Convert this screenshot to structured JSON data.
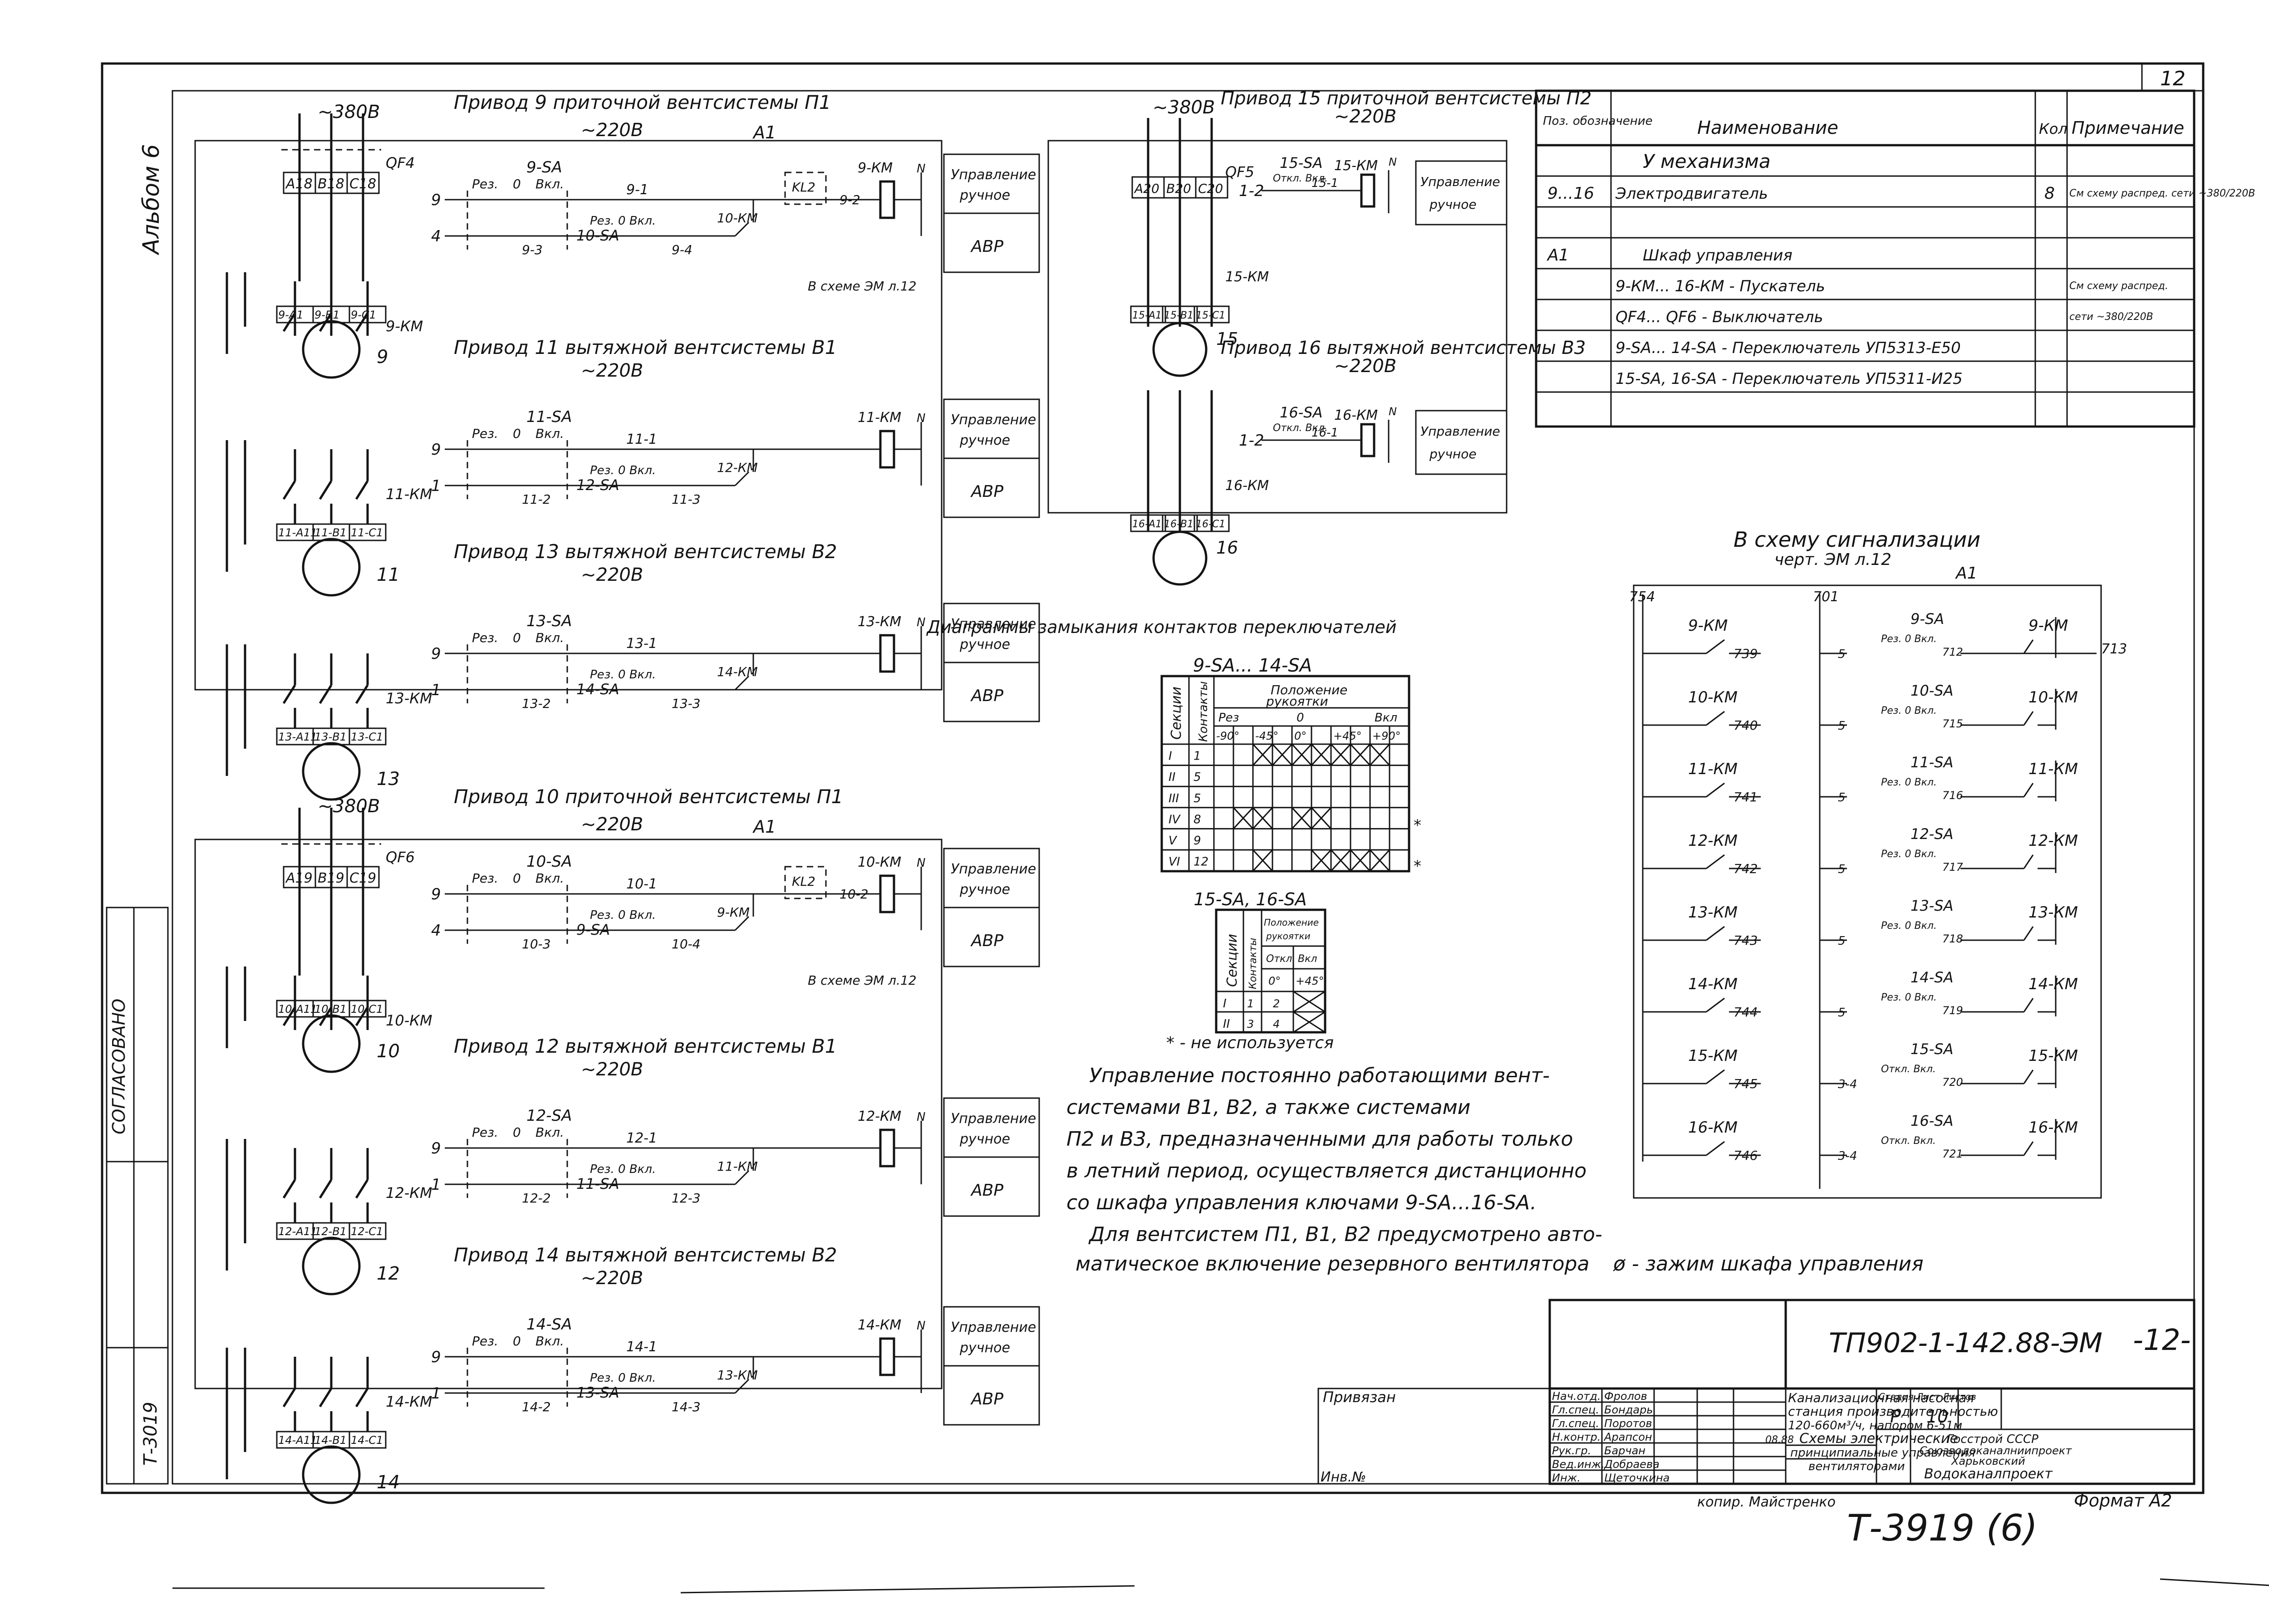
{
  "sheet": {
    "number": "12",
    "album": "Альбом 6",
    "drawing_code": "ТП902-1-142.88-ЭМ",
    "drawing_sheet": "-12-",
    "archive_number": "Т-3919 (6)",
    "format_label": "Формат А2",
    "copied_by": "копир. Майстренко",
    "side_stamp_1": "СОГЛАСОВАНО",
    "side_stamp_2": "Т-3019"
  },
  "drives": [
    {
      "title": "Привод 9 приточной вентсистемы П1",
      "voltage_main": "~380В",
      "voltage": "~220В",
      "panel": "А1",
      "breaker": "QF4",
      "motor": "9",
      "switch": "9-SA",
      "alt_switch": "10-SA",
      "contactor": "9-КМ",
      "alt_contactor": "10-КМ",
      "terms": [
        "А18",
        "В18",
        "С18"
      ],
      "motor_terms": [
        "9-А1",
        "9-В1",
        "9-С1"
      ],
      "wire_a": "9-1",
      "wire_b": "9-2",
      "wire_c": "9-3",
      "wire_d": "9-4",
      "relay": "KL2",
      "ref": "В схеме ЭМ л.12",
      "mode_manual": "Управление ручное",
      "mode_auto": "АВР"
    },
    {
      "title": "Привод 11 вытяжной вентсистемы В1",
      "voltage": "~220В",
      "motor": "11",
      "switch": "11-SA",
      "alt_switch": "12-SA",
      "contactor": "11-КМ",
      "alt_contactor": "12-КМ",
      "motor_terms": [
        "11-А11",
        "11-В1",
        "11-С1"
      ],
      "wire_a": "11-1",
      "wire_c": "11-2",
      "wire_d": "11-3",
      "mode_manual": "Управление ручное",
      "mode_auto": "АВР"
    },
    {
      "title": "Привод 13 вытяжной вентсистемы В2",
      "voltage": "~220В",
      "motor": "13",
      "switch": "13-SA",
      "alt_switch": "14-SA",
      "contactor": "13-КМ",
      "alt_contactor": "14-КМ",
      "motor_terms": [
        "13-А11",
        "13-В1",
        "13-С1"
      ],
      "wire_a": "13-1",
      "wire_c": "13-2",
      "wire_d": "13-3",
      "mode_manual": "Управление ручное",
      "mode_auto": "АВР"
    },
    {
      "title": "Привод 10 приточной вентсистемы П1",
      "voltage_main": "~380В",
      "voltage": "~220В",
      "panel": "А1",
      "breaker": "QF6",
      "motor": "10",
      "switch": "10-SA",
      "alt_switch": "9-SA",
      "contactor": "10-КМ",
      "alt_contactor": "9-КМ",
      "terms": [
        "А19",
        "В19",
        "С19"
      ],
      "motor_terms": [
        "10-А11",
        "10-В1",
        "10-С1"
      ],
      "wire_a": "10-1",
      "wire_b": "10-2",
      "wire_c": "10-3",
      "wire_d": "10-4",
      "relay": "KL2",
      "ref": "В схеме ЭМ л.12",
      "mode_manual": "Управление ручное",
      "mode_auto": "АВР"
    },
    {
      "title": "Привод 12 вытяжной вентсистемы В1",
      "voltage": "~220В",
      "motor": "12",
      "switch": "12-SA",
      "alt_switch": "11-SA",
      "contactor": "12-КМ",
      "alt_contactor": "11-КМ",
      "motor_terms": [
        "12-А11",
        "12-В1",
        "12-С1"
      ],
      "wire_a": "12-1",
      "wire_c": "12-2",
      "wire_d": "12-3",
      "mode_manual": "Управление ручное",
      "mode_auto": "АВР"
    },
    {
      "title": "Привод 14 вытяжной вентсистемы В2",
      "voltage": "~220В",
      "motor": "14",
      "switch": "14-SA",
      "alt_switch": "13-SA",
      "contactor": "14-КМ",
      "alt_contactor": "13-КМ",
      "motor_terms": [
        "14-А11",
        "14-В1",
        "14-С1"
      ],
      "wire_a": "14-1",
      "wire_c": "14-2",
      "wire_d": "14-3",
      "mode_manual": "Управление ручное",
      "mode_auto": "АВР"
    }
  ],
  "drives_right": [
    {
      "title": "Привод 15 приточной вентсистемы П2",
      "voltage_main": "~380В",
      "voltage": "~220В",
      "breaker": "QF5",
      "motor": "15",
      "switch": "15-SA",
      "contactor": "15-КМ",
      "terms": [
        "А20",
        "В20",
        "С20"
      ],
      "motor_terms": [
        "15-А1",
        "15-В1",
        "15-С1"
      ],
      "wire": "15-1",
      "mode_manual": "Управление ручное"
    },
    {
      "title": "Привод 16 вытяжной вентсистемы В3",
      "voltage": "~220В",
      "motor": "16",
      "switch": "16-SA",
      "contactor": "16-КМ",
      "motor_terms": [
        "16-А1",
        "16-В1",
        "16-С1"
      ],
      "wire": "16-1",
      "mode_manual": "Управление ручное"
    }
  ],
  "switch_labels": {
    "res": "Рез.",
    "zero": "0",
    "vkl": "Вкл.",
    "otkl_vkl": "Откл. Вкл.",
    "n": "N",
    "node9": "9",
    "node1": "1",
    "node12": "1-2",
    "node4": "4"
  },
  "spec_table": {
    "headers": [
      "Поз. обозначение",
      "Наименование",
      "Кол",
      "Примечание"
    ],
    "rows": [
      {
        "pos": "",
        "name": "У механизма",
        "qty": "",
        "note": ""
      },
      {
        "pos": "9...16",
        "name": "Электродвигатель",
        "qty": "8",
        "note": "См схему распред. сети ~380/220В"
      },
      {
        "pos": "",
        "name": "",
        "qty": "",
        "note": ""
      },
      {
        "pos": "А1",
        "name": "Шкаф управления",
        "qty": "",
        "note": ""
      },
      {
        "pos": "",
        "name": "9-КМ... 16-КМ - Пускатель",
        "qty": "",
        "note": "См схему распред."
      },
      {
        "pos": "",
        "name": "QF4... QF6 - Выключатель",
        "qty": "",
        "note": "сети ~380/220В"
      },
      {
        "pos": "",
        "name": "9-SA... 14-SA - Переключатель УП5313-Е50",
        "qty": "",
        "note": ""
      },
      {
        "pos": "",
        "name": "15-SA, 16-SA - Переключатель УП5311-И25",
        "qty": "",
        "note": ""
      }
    ]
  },
  "diagram1": {
    "title": "Диаграммы замыкания контактов переключателей",
    "subtitle": "9-SA... 14-SA",
    "h_sections": "Секции",
    "h_contacts": "Контакты",
    "h_position": "Положение рукоятки",
    "positions": [
      "Рез",
      "",
      "0",
      "",
      "Вкл"
    ],
    "angles": [
      "-90°",
      "-45°",
      "0°",
      "+45°",
      "+90°"
    ],
    "rows": [
      {
        "sec": "I",
        "c": "1"
      },
      {
        "sec": "II",
        "c": "5"
      },
      {
        "sec": "III",
        "c": "5"
      },
      {
        "sec": "IV",
        "c": "8"
      },
      {
        "sec": "V",
        "c": "9"
      },
      {
        "sec": "VI",
        "c": "12"
      }
    ],
    "star": "*"
  },
  "diagram2": {
    "subtitle": "15-SA, 16-SA",
    "h_sections": "Секции",
    "h_contacts": "Контакты",
    "h_position": "Положение рукоятки",
    "positions": [
      "Откл",
      "Вкл"
    ],
    "angles": [
      "0°",
      "+45°"
    ],
    "rows": [
      {
        "sec": "I",
        "c1": "1",
        "c2": "2"
      },
      {
        "sec": "II",
        "c1": "3",
        "c2": "4"
      }
    ],
    "footnote": "* - не используется"
  },
  "notes": {
    "line1": "Управление постоянно работающими вент-",
    "line2": "системами В1, В2, а также системами",
    "line3": "П2 и В3, предназначенными для работы только",
    "line4": "в летний период, осуществляется дистанционно",
    "line5": "со шкафа управления ключами 9-SA...16-SA.",
    "line6": "Для вентсистем П1, В1, В2 предусмотрено авто-",
    "line7": "матическое включение резервного вентилятора",
    "legend": "ø - зажим шкафа управления"
  },
  "signal": {
    "title": "В схему сигнализации",
    "subtitle": "черт. ЭМ л.12",
    "panel": "А1",
    "left_head": "754",
    "right_head": "701",
    "out": "713",
    "rows": [
      {
        "km": "9-КМ",
        "wl": "739",
        "sa": "9-SA",
        "wr": "712",
        "km2": "9-КМ"
      },
      {
        "km": "10-КМ",
        "wl": "740",
        "sa": "10-SA",
        "wr": "715",
        "km2": "10-КМ"
      },
      {
        "km": "11-КМ",
        "wl": "741",
        "sa": "11-SA",
        "wr": "716",
        "km2": "11-КМ"
      },
      {
        "km": "12-КМ",
        "wl": "742",
        "sa": "12-SA",
        "wr": "717",
        "km2": "12-КМ"
      },
      {
        "km": "13-КМ",
        "wl": "743",
        "sa": "13-SA",
        "wr": "718",
        "km2": "13-КМ"
      },
      {
        "km": "14-КМ",
        "wl": "744",
        "sa": "14-SA",
        "wr": "719",
        "km2": "14-КМ"
      },
      {
        "km": "15-КМ",
        "wl": "745",
        "sa": "15-SA",
        "wr": "720",
        "km2": "15-КМ"
      },
      {
        "km": "16-КМ",
        "wl": "746",
        "sa": "16-SA",
        "wr": "721",
        "km2": "16-КМ"
      }
    ]
  },
  "title_block": {
    "tied": "Привязан",
    "inv": "Инв.№",
    "roles": [
      "Нач.отд.",
      "Гл.спец.",
      "Гл.спец.",
      "Н.контр.",
      "Рук.гр.",
      "Вед.инж.",
      "Инж."
    ],
    "names": [
      "Фролов",
      "Бондарь",
      "Поротов",
      "Арапсон",
      "Барчан",
      "Добраева",
      "Щеточкина"
    ],
    "date": "08.88",
    "object_1": "Канализационная насосная",
    "object_2": "станция производительностью",
    "object_3": "120-660м³/ч, напором 6-51м",
    "sheet_title_1": "Схемы электрические",
    "sheet_title_2": "принципиальные управления",
    "sheet_title_3": "вентиляторами",
    "stage_h": "Стадия Лист Листов",
    "stage": "Р",
    "sheet_no": "10",
    "org_1": "Госстрой СССР",
    "org_2": "Союзводоканалниипроект",
    "org_3": "Харьковский",
    "org_4": "Водоканалпроект"
  }
}
